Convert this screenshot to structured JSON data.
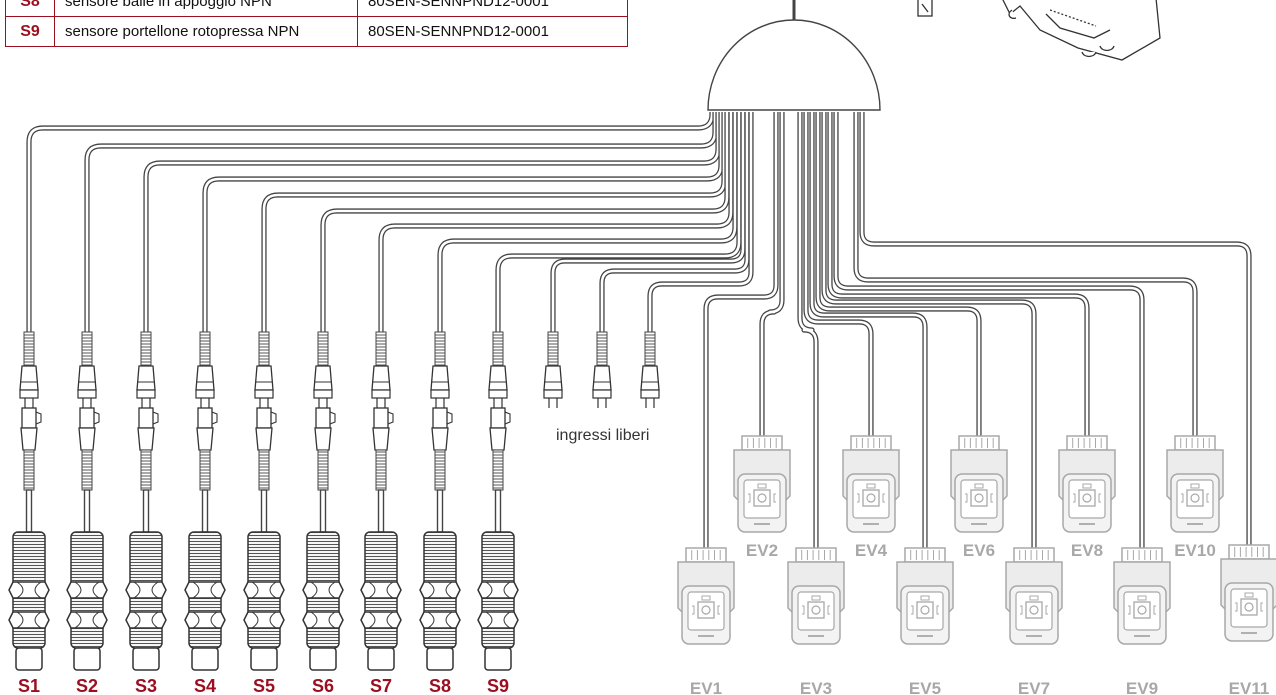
{
  "table": {
    "rows": [
      {
        "code": "S8",
        "description": "sensore balle in appoggio NPN",
        "part": "80SEN-SENNPND12-0001"
      },
      {
        "code": "S9",
        "description": "sensore portellone rotopressa NPN",
        "part": "80SEN-SENNPND12-0001"
      }
    ]
  },
  "sensors": [
    "S1",
    "S2",
    "S3",
    "S4",
    "S5",
    "S6",
    "S7",
    "S8",
    "S9"
  ],
  "free_inputs_label": "ingressi liberi",
  "valves": [
    "EV1",
    "EV2",
    "EV3",
    "EV4",
    "EV5",
    "EV6",
    "EV7",
    "EV8",
    "EV9",
    "EV10",
    "EV11"
  ],
  "colors": {
    "accent": "#9b1020",
    "valve_gray": "#a8a8a8",
    "line": "#444444"
  }
}
